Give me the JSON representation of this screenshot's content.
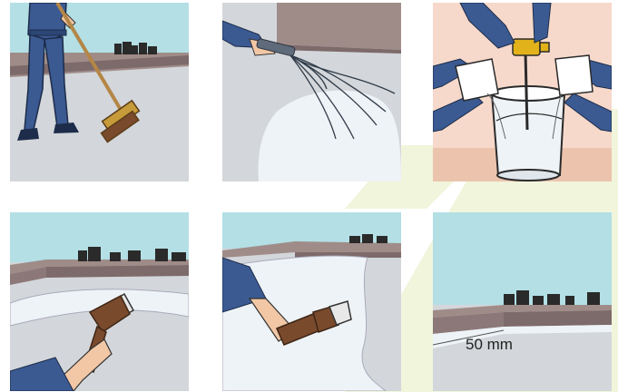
{
  "panels": [
    {
      "id": "sweeping-step"
    },
    {
      "id": "rinsing-step"
    },
    {
      "id": "mixing-step"
    },
    {
      "id": "brushing-upstand-step"
    },
    {
      "id": "brushing-surface-step"
    },
    {
      "id": "finished-step",
      "dimension_label": "50 mm"
    }
  ],
  "colors": {
    "sky": "#b3dfe5",
    "roof_floor": "#d3d6da",
    "parapet_top": "#9f8c88",
    "parapet_face": "#7d6a6a",
    "coating": "#eef3f7",
    "overall": "#3b5a92",
    "brush_wood": "#7a4a2d",
    "brush_bristle": "#c79a3a",
    "mixer": "#e2b21b",
    "background_tint": "#f1f5dc",
    "wall_beige": "#f6d9cb"
  }
}
